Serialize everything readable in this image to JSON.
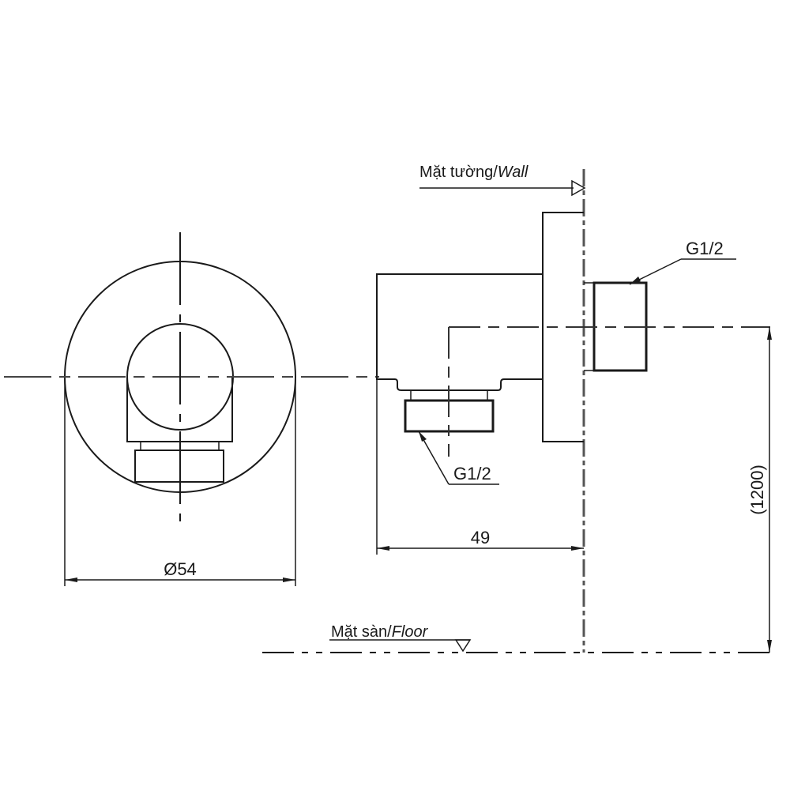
{
  "drawing": {
    "type": "technical-drawing",
    "subject": "wall elbow outlet (front and side view)",
    "labels": {
      "wall_vi": "Mặt tường/",
      "wall_en": "Wall",
      "floor_vi": "Mặt sàn/",
      "floor_en": "Floor",
      "thread_top": "G1/2",
      "thread_bottom": "G1/2"
    },
    "dimensions": {
      "diameter": "Ø54",
      "depth": "49",
      "height": "(1200)"
    },
    "colors": {
      "line": "#1a1a1a",
      "background": "#ffffff"
    }
  }
}
